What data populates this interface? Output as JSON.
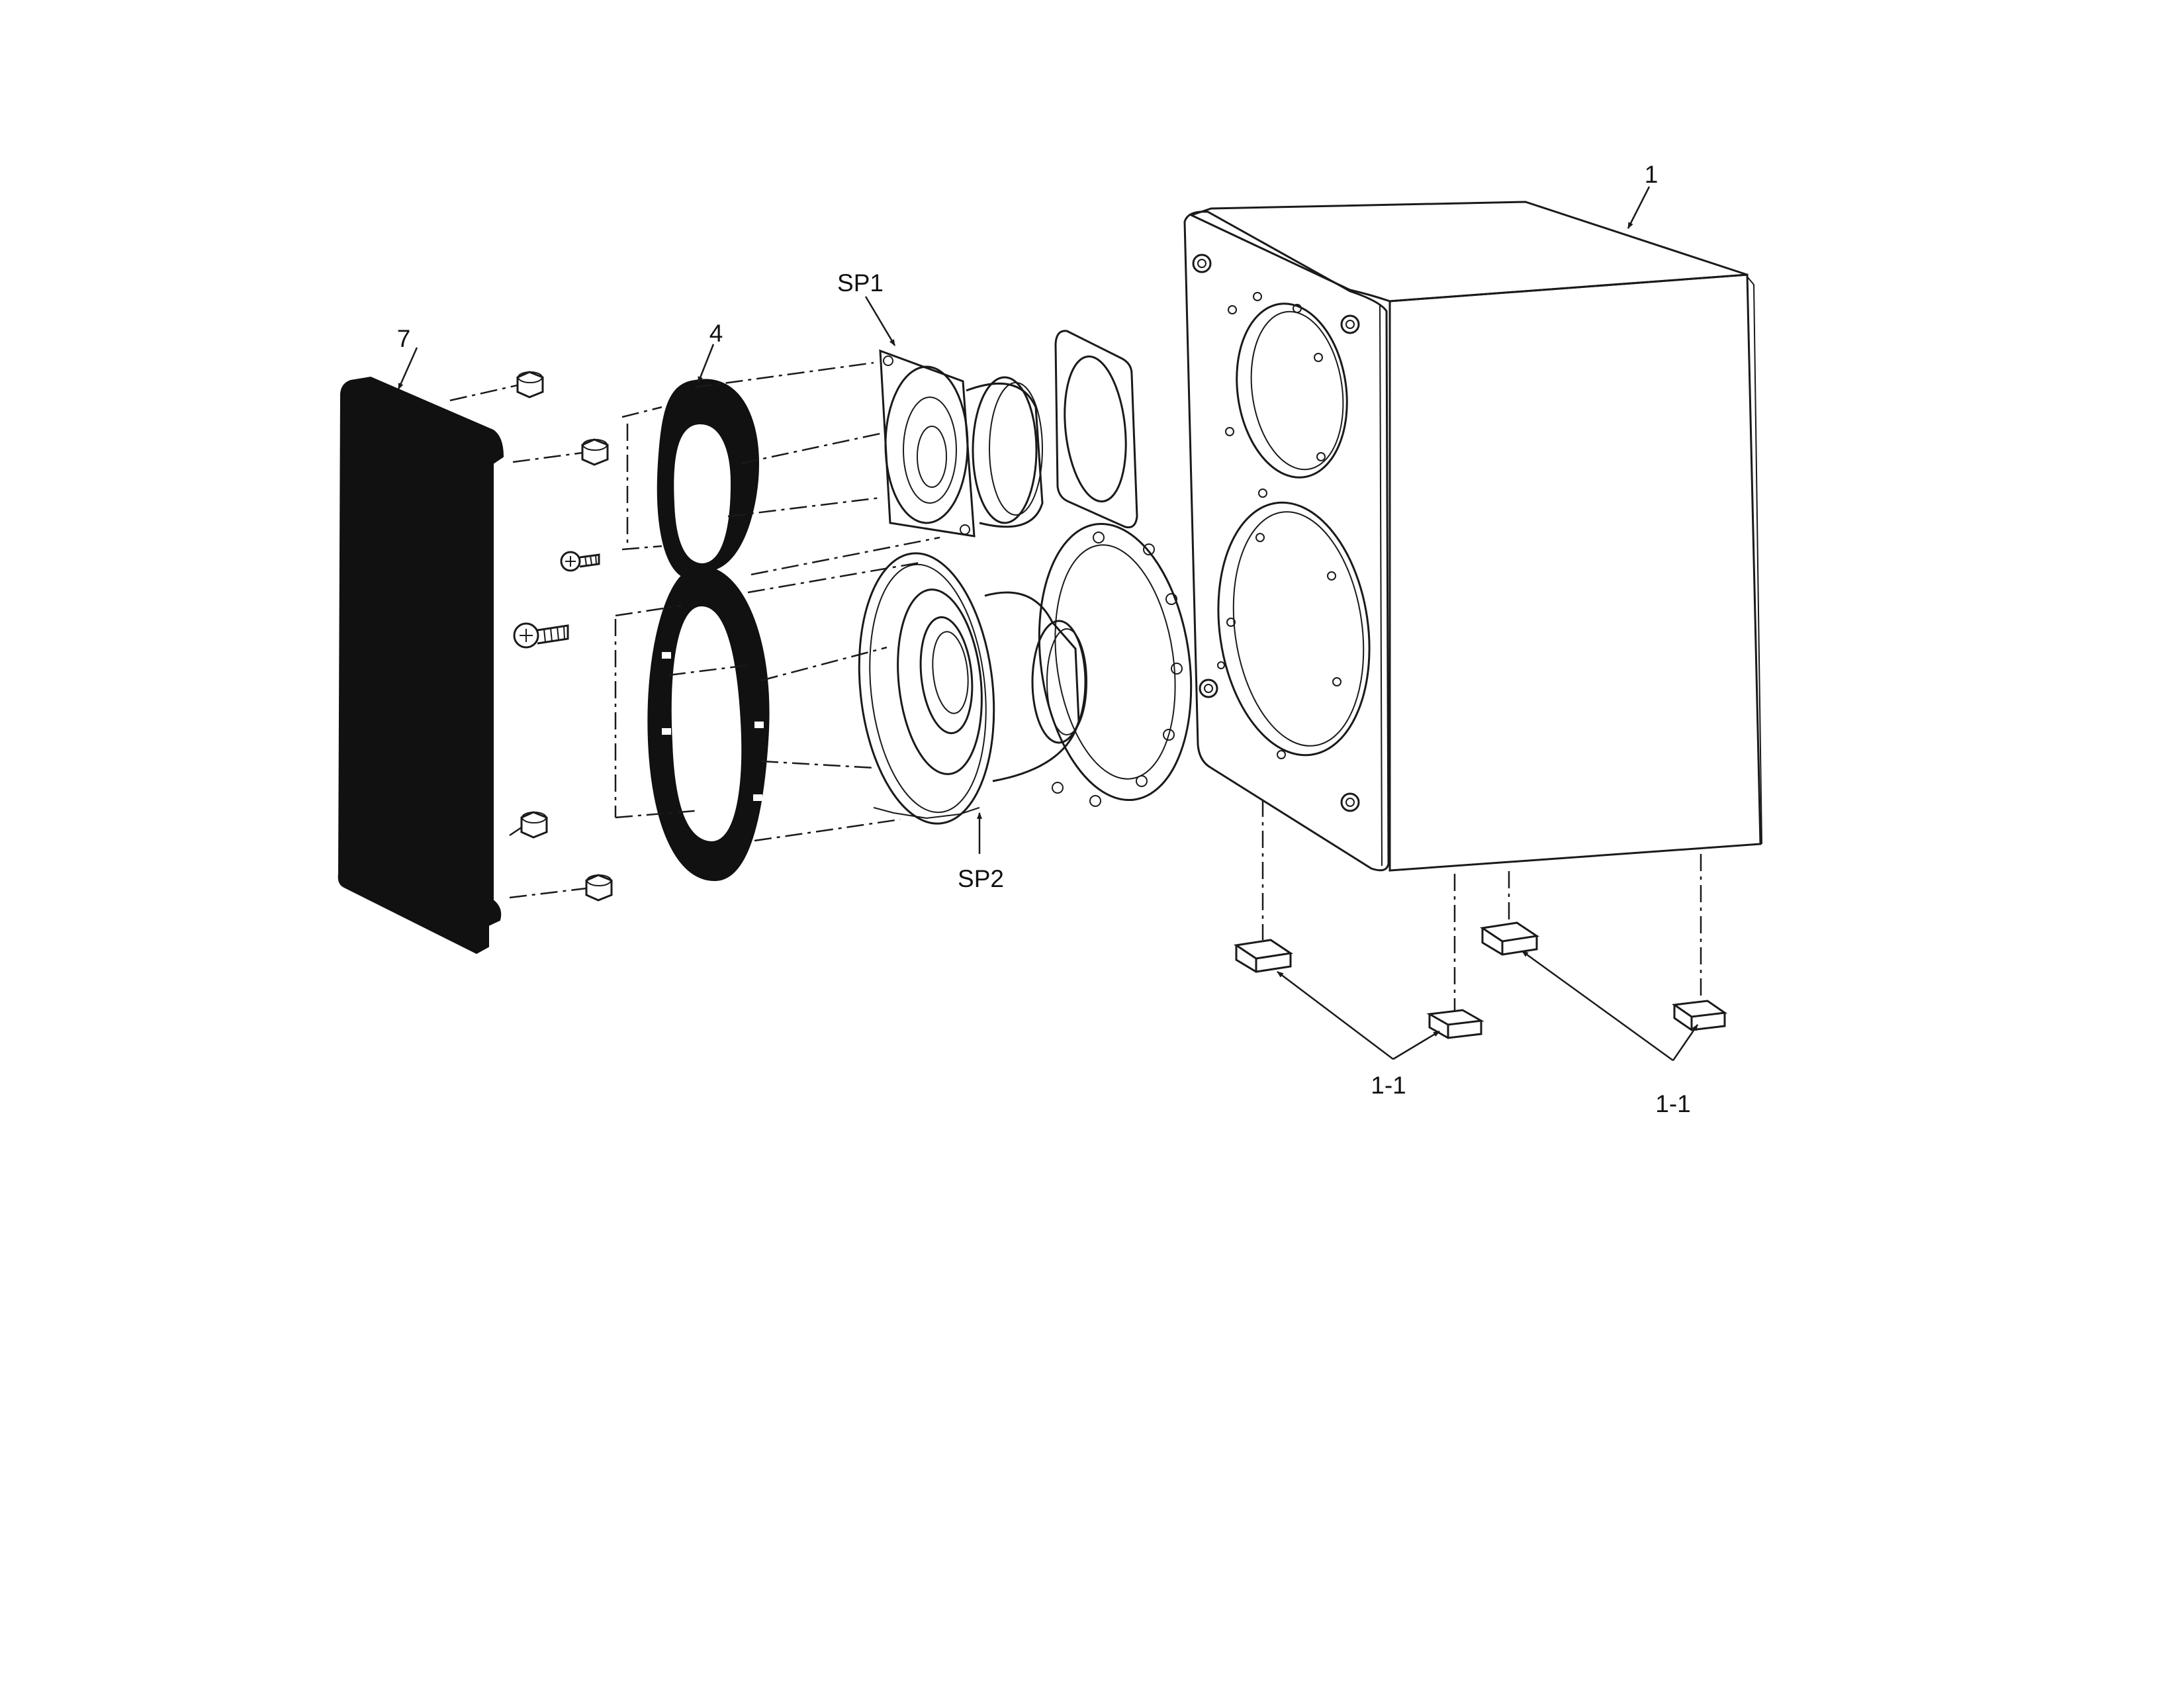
{
  "callouts": {
    "cabinet": "1",
    "foot_left": "1-1",
    "foot_right": "1-1",
    "gasket": "4",
    "grille": "7",
    "tweeter": "SP1",
    "woofer": "SP2"
  }
}
